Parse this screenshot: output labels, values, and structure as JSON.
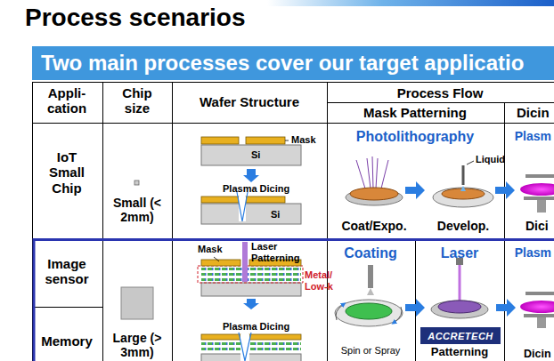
{
  "diagram": {
    "title": "Process scenarios",
    "nodes": [
      {
        "text": [
          "Two main processes cover our target applicatio"
        ]
      },
      {
        "text": [
          "ACCRETECH"
        ]
      }
    ],
    "labels": [
      "Appli- cation",
      "Chip size",
      "Wafer Structure",
      "Process Flow",
      "Mask Patterning",
      "Dicin",
      "IoT Small Chip",
      "Small (< 2mm)",
      "Mask",
      "Si",
      "Plasma Dicing",
      "Si",
      "Photolithography",
      "Liquid",
      "Coat/Expo.",
      "Develop.",
      "Plasm",
      "Dici",
      "Image sensor",
      "Memory",
      "Large (> 3mm)",
      "Mask",
      "Laser Patterning",
      "Metal/ Low-k",
      "Plasma Dicing",
      "Coating",
      "Laser",
      "Plasm",
      "Spin or Spray",
      "Patterning",
      "Dicin"
    ]
  }
}
